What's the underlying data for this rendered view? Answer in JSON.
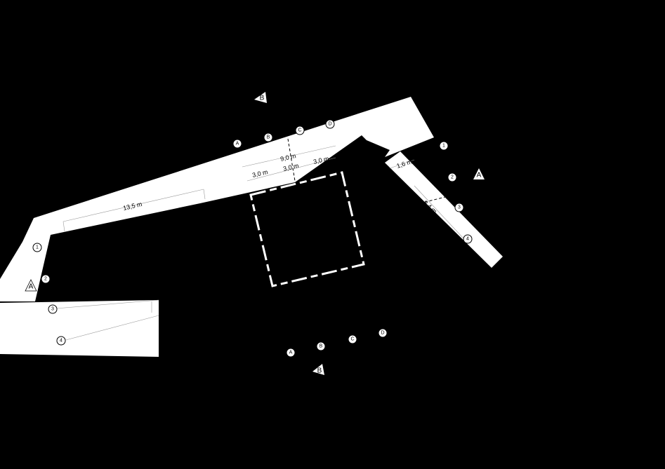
{
  "grid_labels": {
    "letters": [
      "A",
      "B",
      "C",
      "D"
    ],
    "numbers": [
      "1",
      "2",
      "3",
      "4"
    ]
  },
  "section_markers": {
    "a": "A",
    "b": "B"
  },
  "dimensions": {
    "left_long": "13,5 m",
    "mid_total": "9,0 m",
    "mid_bay_1": "3,0 m",
    "mid_bay_2": "3,0 m",
    "mid_bay_3": "3,0 m",
    "right_width": "1,6 m",
    "right_length": "8,4 m"
  },
  "colors": {
    "background": "#000000",
    "fill": "#ffffff",
    "line": "#000000"
  }
}
